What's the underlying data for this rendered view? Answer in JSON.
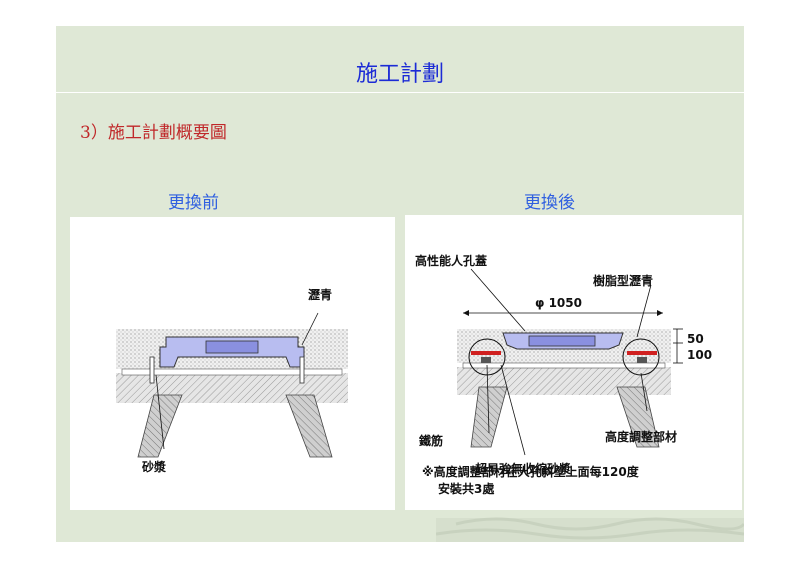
{
  "slide": {
    "title": "施工計劃",
    "subtitle": "3）施工計劃概要圖"
  },
  "before": {
    "heading": "更換前",
    "label_asphalt": "瀝青",
    "label_mortar": "砂漿"
  },
  "after": {
    "heading": "更換後",
    "label_cover": "高性能人孔蓋",
    "label_resin": "樹脂型瀝青",
    "label_diameter": "φ 1050",
    "label_dim_50": "50",
    "label_dim_100": "100",
    "label_rebar": "鐵筋",
    "label_adjust": "高度調整部材",
    "label_mortar": "超早強無收縮砂漿",
    "note_line1": "※高度調整部材在人孔斜壁上面每120度",
    "note_line2": "安裝共3處"
  },
  "colors": {
    "title": "#1c2bd6",
    "subtitle": "#c0282a",
    "heading": "#2f5fe0",
    "background": "#dfe8d6",
    "cover": "#b8bdf0"
  }
}
